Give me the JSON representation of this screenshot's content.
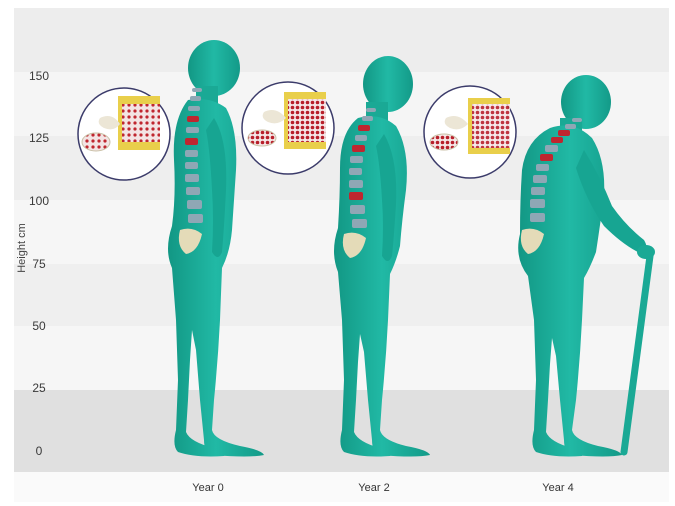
{
  "axis": {
    "y_label": "Height cm",
    "ticks": [
      "150",
      "125",
      "100",
      "75",
      "50",
      "25",
      "0"
    ]
  },
  "figures": [
    {
      "label": "Year 0"
    },
    {
      "label": "Year 2"
    },
    {
      "label": "Year 4"
    }
  ],
  "colors": {
    "body": "#1db3a0",
    "body_dark": "#149a89",
    "band_light": "#f1f1f1",
    "band_mid": "#e6e6e6",
    "floor": "#dcdcdc",
    "bone": "#f0e6b0",
    "marrow_red": "#c0262f"
  }
}
